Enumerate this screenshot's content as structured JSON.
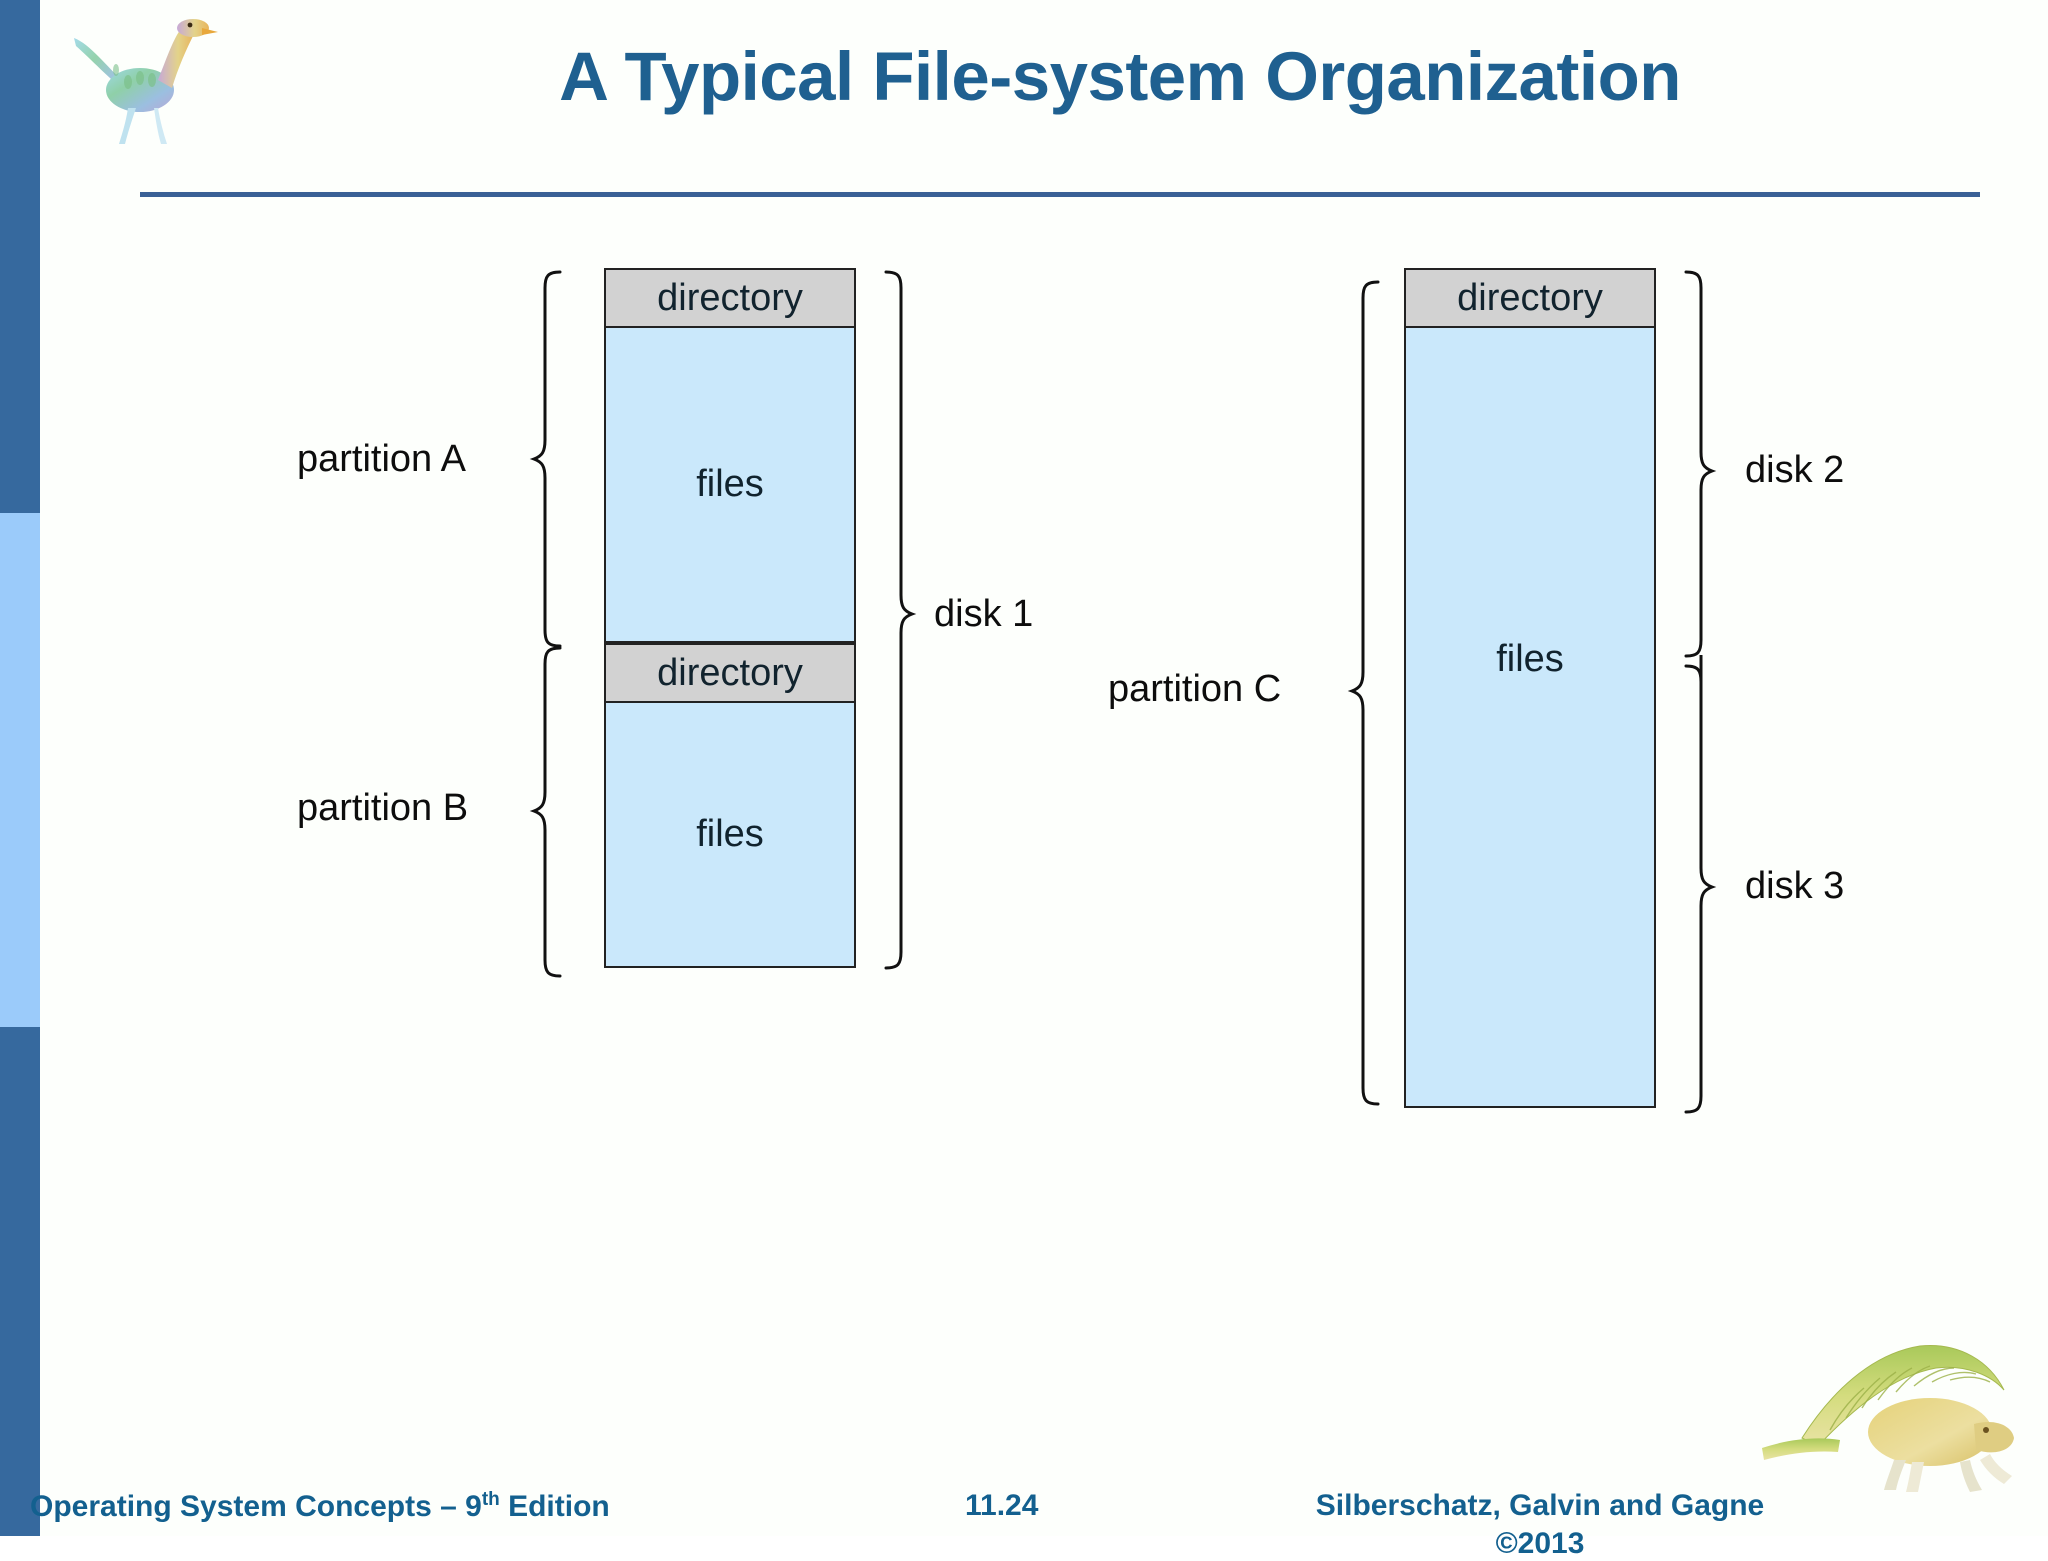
{
  "slide": {
    "title": "A Typical File-system Organization",
    "accent_dark": "#36699e",
    "accent_light": "#9bcbfa",
    "title_color": "#1f6090"
  },
  "diagram": {
    "left_disk": {
      "blocks": [
        {
          "label": "directory",
          "kind": "directory"
        },
        {
          "label": "files",
          "kind": "files"
        },
        {
          "label": "directory",
          "kind": "directory"
        },
        {
          "label": "files",
          "kind": "files"
        }
      ],
      "left_braces": [
        {
          "label": "partition A"
        },
        {
          "label": "partition B"
        }
      ],
      "right_braces": [
        {
          "label": "disk 1"
        }
      ]
    },
    "right_disk": {
      "blocks": [
        {
          "label": "directory",
          "kind": "directory"
        },
        {
          "label": "files",
          "kind": "files"
        }
      ],
      "left_braces": [
        {
          "label": "partition C"
        }
      ],
      "right_braces": [
        {
          "label": "disk 2"
        },
        {
          "label": "disk 3"
        }
      ]
    },
    "colors": {
      "directory_fill": "#d2d2d2",
      "files_fill": "#cae8fb",
      "stroke": "#222222"
    }
  },
  "footer": {
    "left": "Operating System Concepts – 9",
    "left_sup": "th",
    "left_tail": " Edition",
    "page": "11.24",
    "authors": "Silberschatz, Galvin and Gagne",
    "copyright": "©2013"
  },
  "icons": {
    "dino_top": "dinosaur-icon",
    "dino_bottom": "dimetrodon-icon"
  }
}
